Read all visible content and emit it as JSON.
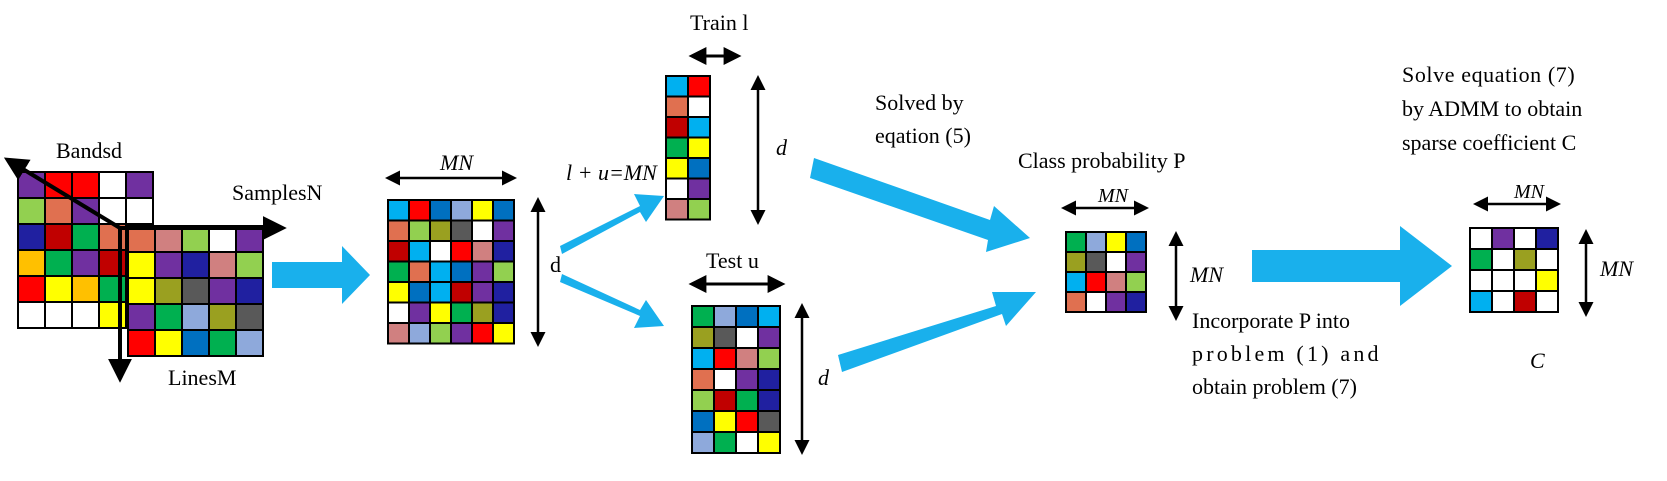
{
  "labels": {
    "bands_d": "Bandsd",
    "samples_n": "SamplesN",
    "lines_m": "LinesM",
    "mn_top": "MN",
    "d_main": "d",
    "l_plus_u": "l + u=MN",
    "train_l": "Train l",
    "d_train": "d",
    "test_u": "Test u",
    "d_test": "d",
    "solved_by_line1": "Solved by",
    "solved_by_line2": "eqation (5)",
    "class_prob": "Class probability  P",
    "mn_p_top": "MN",
    "mn_p_side": "MN",
    "incorporate_line1": "Incorporate P into",
    "incorporate_line2": "problem (1) and",
    "incorporate_line3": "obtain problem (7)",
    "solve_eq_line1": "Solve equation (7)",
    "solve_eq_line2": "by ADMM to obtain",
    "solve_eq_line3": "sparse coefficient C",
    "mn_c_top": "MN",
    "mn_c_side": "MN",
    "c_label": "C"
  },
  "colors": {
    "arrow": "#19b0ec",
    "blue": "#00b0f0",
    "red": "#ff0000",
    "white": "#ffffff",
    "purple": "#7030a0",
    "green_light": "#92d050",
    "salmon": "#e07050",
    "brown_red": "#c00000",
    "olive": "#9aa020",
    "gray": "#595959",
    "yellow": "#ffff00",
    "green": "#00b050",
    "navy": "#2020a0",
    "blue_dark": "#0070c0",
    "steel": "#8ea9db",
    "rose": "#d08080",
    "orange": "#ffc000"
  },
  "grids": {
    "cube_back": [
      [
        "purple",
        "red",
        "red",
        "white",
        "purple"
      ],
      [
        "green_light",
        "salmon",
        "purple",
        "white",
        "white"
      ],
      [
        "navy",
        "brown_red",
        "green",
        "salmon",
        "red"
      ],
      [
        "orange",
        "green",
        "purple",
        "brown_red",
        "navy"
      ],
      [
        "red",
        "yellow",
        "orange",
        "green",
        "green_light"
      ],
      [
        "white",
        "white",
        "white",
        "yellow",
        "orange"
      ]
    ],
    "cube_front": [
      [
        "salmon",
        "rose",
        "green_light",
        "white",
        "purple"
      ],
      [
        "yellow",
        "purple",
        "navy",
        "rose",
        "green_light"
      ],
      [
        "yellow",
        "olive",
        "gray",
        "purple",
        "navy"
      ],
      [
        "purple",
        "green",
        "steel",
        "olive",
        "gray"
      ],
      [
        "red",
        "yellow",
        "blue_dark",
        "green",
        "steel"
      ]
    ],
    "main": [
      [
        "blue",
        "red",
        "blue_dark",
        "steel",
        "yellow",
        "blue_dark"
      ],
      [
        "salmon",
        "green_light",
        "olive",
        "gray",
        "white",
        "purple"
      ],
      [
        "brown_red",
        "blue",
        "white",
        "red",
        "rose",
        "navy"
      ],
      [
        "green",
        "salmon",
        "blue",
        "blue_dark",
        "purple",
        "green_light"
      ],
      [
        "yellow",
        "blue_dark",
        "blue",
        "brown_red",
        "purple",
        "navy"
      ],
      [
        "white",
        "purple",
        "yellow",
        "green",
        "olive",
        "navy"
      ],
      [
        "rose",
        "steel",
        "green_light",
        "purple",
        "red",
        "yellow"
      ]
    ],
    "train": [
      [
        "blue",
        "red"
      ],
      [
        "salmon",
        "white"
      ],
      [
        "brown_red",
        "blue"
      ],
      [
        "green",
        "yellow"
      ],
      [
        "yellow",
        "blue_dark"
      ],
      [
        "white",
        "purple"
      ],
      [
        "rose",
        "green_light"
      ]
    ],
    "test": [
      [
        "green",
        "steel",
        "blue_dark",
        "blue"
      ],
      [
        "olive",
        "gray",
        "white",
        "purple"
      ],
      [
        "blue",
        "red",
        "rose",
        "green_light"
      ],
      [
        "salmon",
        "white",
        "purple",
        "navy"
      ],
      [
        "green_light",
        "brown_red",
        "green",
        "navy"
      ],
      [
        "blue_dark",
        "yellow",
        "red",
        "gray"
      ],
      [
        "steel",
        "green",
        "white",
        "yellow"
      ]
    ],
    "p": [
      [
        "green",
        "steel",
        "yellow",
        "blue_dark"
      ],
      [
        "olive",
        "gray",
        "white",
        "purple"
      ],
      [
        "blue",
        "red",
        "rose",
        "green_light"
      ],
      [
        "salmon",
        "white",
        "purple",
        "navy"
      ]
    ],
    "c": [
      [
        "white",
        "purple",
        "white",
        "navy"
      ],
      [
        "green",
        "white",
        "olive",
        "white"
      ],
      [
        "white",
        "white",
        "white",
        "yellow"
      ],
      [
        "blue",
        "white",
        "brown_red",
        "white"
      ]
    ]
  }
}
